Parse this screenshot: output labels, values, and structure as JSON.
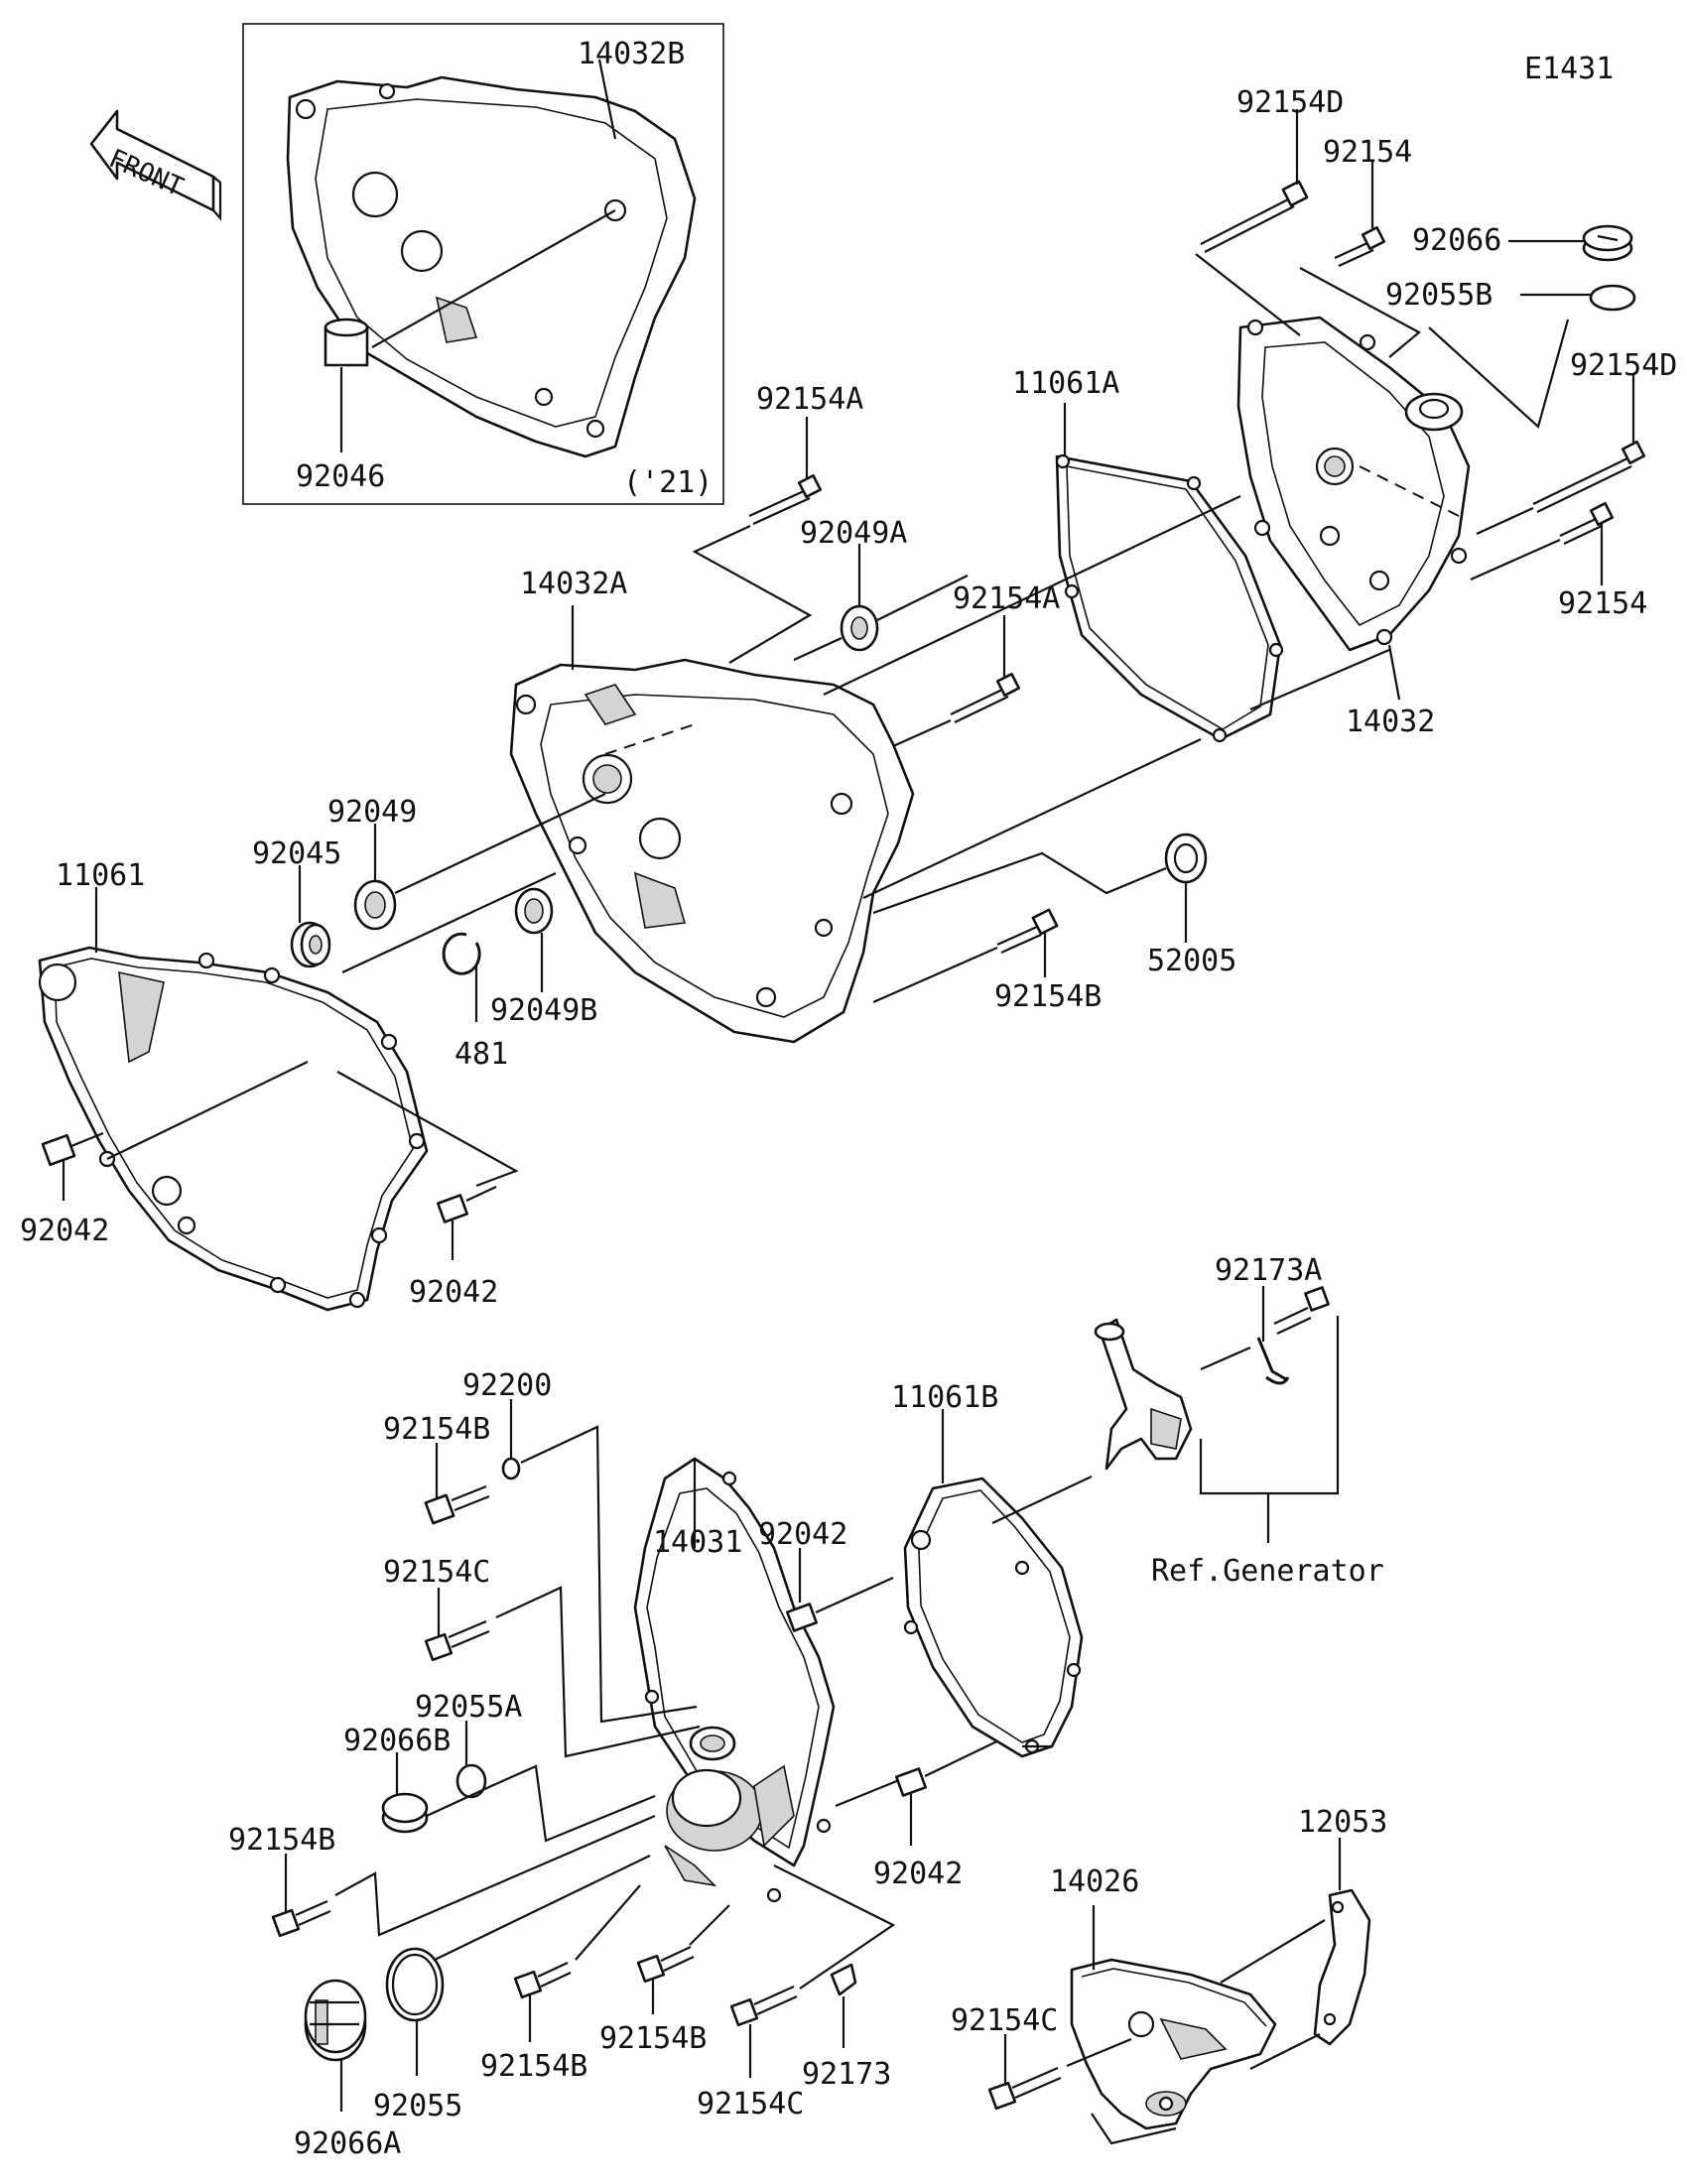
{
  "diagram_code": "E1431",
  "front_label": "FRONT",
  "inset_year": "('21)",
  "parts": {
    "p14032B": "14032B",
    "p92046": "92046",
    "p92154D_top": "92154D",
    "p92154_top": "92154",
    "p92066": "92066",
    "p92055B": "92055B",
    "p92154D_right": "92154D",
    "p92154_right": "92154",
    "p14032": "14032",
    "p11061A": "11061A",
    "p92154A_top": "92154A",
    "p92049A": "92049A",
    "p92154A_mid": "92154A",
    "p14032A": "14032A",
    "p92049": "92049",
    "p92045": "92045",
    "p11061": "11061",
    "p481": "481",
    "p92049B": "92049B",
    "p92154B_upper": "92154B",
    "p52005": "52005",
    "p92042_left": "92042",
    "p92042_mid": "92042",
    "p92200": "92200",
    "p92154B_left": "92154B",
    "p92154C_left": "92154C",
    "p92055A": "92055A",
    "p92066B": "92066B",
    "p92154B_lowleft": "92154B",
    "p14031": "14031",
    "p92042_cover": "92042",
    "p11061B": "11061B",
    "p92173A": "92173A",
    "ref_generator": "Ref.Generator",
    "p92042_low": "92042",
    "p92055": "92055",
    "p92066A": "92066A",
    "p92154B_bottom1": "92154B",
    "p92154B_bottom2": "92154B",
    "p92154C_bottom": "92154C",
    "p92173": "92173",
    "p12053": "12053",
    "p14026": "14026",
    "p92154C_guard": "92154C"
  }
}
